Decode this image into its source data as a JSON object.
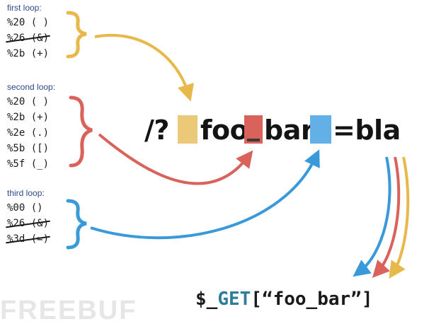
{
  "loops": [
    {
      "label": "first loop:",
      "color": "#e9b84a",
      "codes": [
        {
          "text": "%20 ( )",
          "struck": false
        },
        {
          "text": "%26 (&)",
          "struck": true
        },
        {
          "text": "%2b (+)",
          "struck": false
        }
      ]
    },
    {
      "label": "second loop:",
      "color": "#d9625a",
      "codes": [
        {
          "text": "%20 ( )",
          "struck": false
        },
        {
          "text": "%2b (+)",
          "struck": false
        },
        {
          "text": "%2e (.)",
          "struck": false
        },
        {
          "text": "%5b ([)",
          "struck": false
        },
        {
          "text": "%5f (_)",
          "struck": false
        }
      ]
    },
    {
      "label": "third loop:",
      "color": "#3a9ad9",
      "codes": [
        {
          "text": "%00 ()",
          "struck": false
        },
        {
          "text": "%26 (&)",
          "struck": true
        },
        {
          "text": "%3d (=)",
          "struck": true
        }
      ]
    }
  ],
  "query": {
    "prefix": "/?",
    "part1": "foo",
    "part2": "bar",
    "suffix": "=bla",
    "box_colors": [
      "#ecc978",
      "#d9625a",
      "#62b0e6"
    ],
    "underscore_color": "#3a3a3a"
  },
  "result": {
    "prefix": "$_",
    "get": "GET",
    "rest": "[“foo_bar”]"
  },
  "watermark": "FREEBUF"
}
